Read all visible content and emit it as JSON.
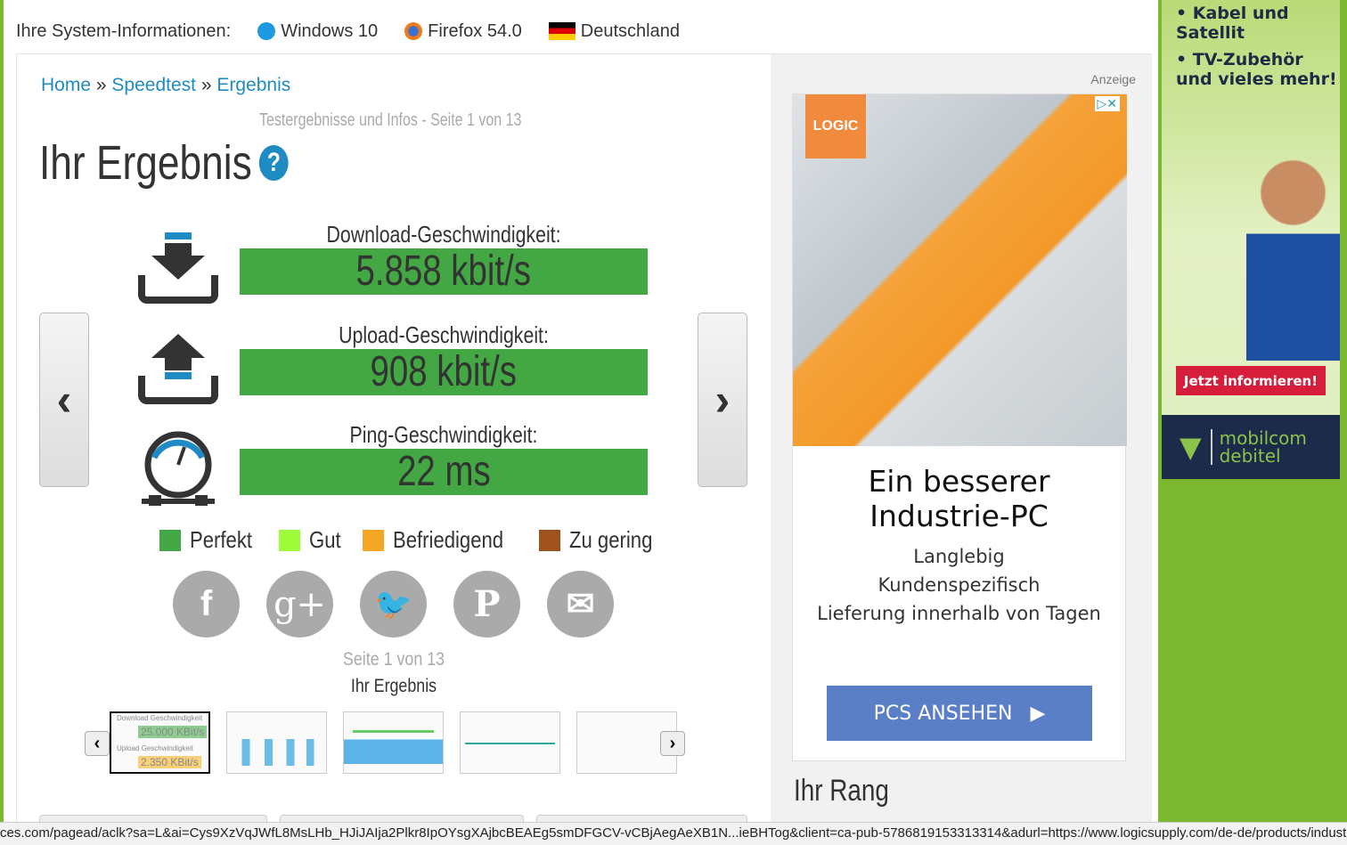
{
  "system": {
    "label": "Ihre System-Informationen:",
    "os": "Windows 10",
    "browser": "Firefox 54.0",
    "country": "Deutschland"
  },
  "breadcrumb": {
    "home": "Home",
    "sep": "»",
    "speedtest": "Speedtest",
    "current": "Ergebnis"
  },
  "subtitle": "Testergebnisse und Infos - Seite 1 von 13",
  "title": "Ihr Ergebnis",
  "help": "?",
  "results": [
    {
      "label": "Download-Geschwindigkeit:",
      "value": "5.858 kbit/s"
    },
    {
      "label": "Upload-Geschwindigkeit:",
      "value": "908 kbit/s"
    },
    {
      "label": "Ping-Geschwindigkeit:",
      "value": "22 ms"
    }
  ],
  "legend": [
    {
      "label": "Perfekt",
      "color": "#43a843"
    },
    {
      "label": "Gut",
      "color": "#9dfc3a"
    },
    {
      "label": "Befriedigend",
      "color": "#f5a623"
    },
    {
      "label": "Zu gering",
      "color": "#a0521e"
    }
  ],
  "pager": {
    "page": "Seite 1 von 13",
    "name": "Ihr Ergebnis"
  },
  "thumb1": {
    "dl_label": "Download Geschwindigkeit",
    "dl": "25.000 KBit/s",
    "ul_label": "Upload Geschwindigkeit",
    "ul": "2.350 KBit/s"
  },
  "ad": {
    "label": "Anzeige",
    "logo": "LOGIC",
    "headline1": "Ein besserer",
    "headline2": "Industrie-PC",
    "line1": "Langlebig",
    "line2": "Kundenspezifisch",
    "line3": "Lieferung innerhalb von Tagen",
    "cta": "PCS ANSEHEN"
  },
  "rang": "Ihr Rang",
  "sky": {
    "b1": "• Kabel und Satellit",
    "b2": "• TV-Zubehör und vieles mehr!",
    "cta": "Jetzt informieren!",
    "brand1": "mobilcom",
    "brand2": "debitel"
  },
  "status": "ces.com/pagead/aclk?sa=L&ai=Cys9XzVqJWfL8MsLHb_HJiJAIja2Plkr8IpOYsgXAjbcBEAEg5smDFGCV-vCBjAegAeXB1N...ieBHTog&client=ca-pub-5786819153313314&adurl=https://www.logicsupply.com/de-de/products/industrial-"
}
